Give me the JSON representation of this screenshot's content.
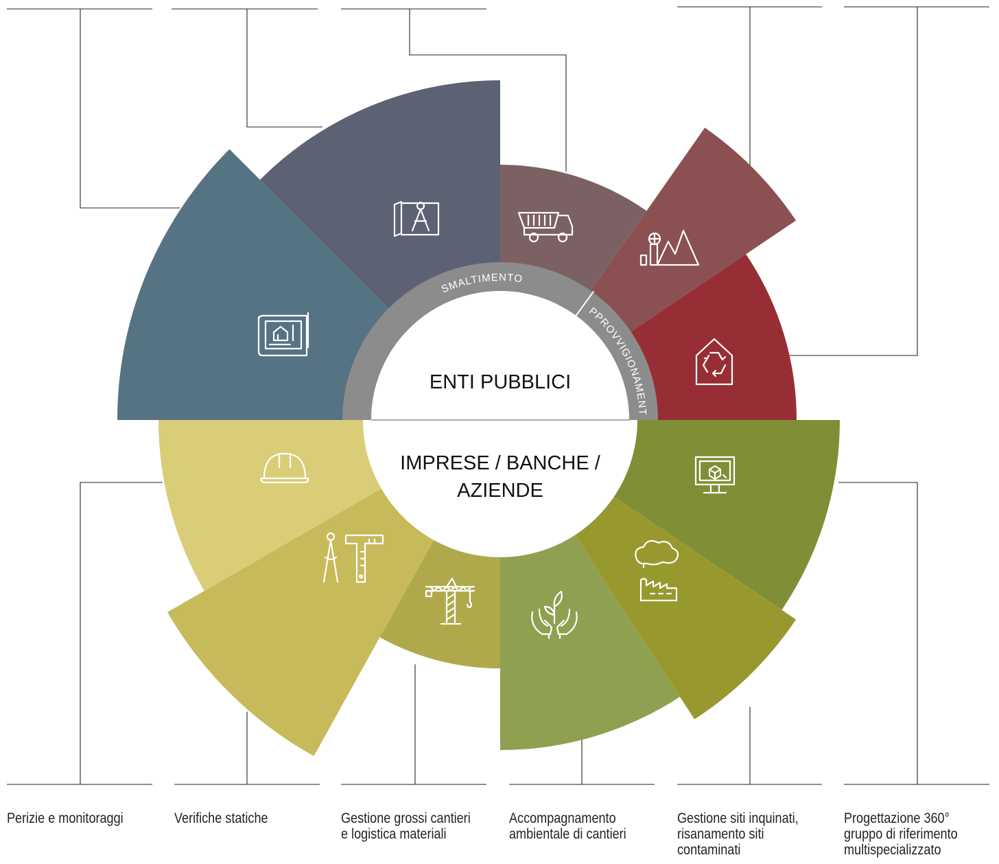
{
  "center": {
    "top": "ENTI PUBBLICI",
    "bottom_line1": "IMPRESE / BANCHE /",
    "bottom_line2": "AZIENDE"
  },
  "ring": {
    "left": "SMALTIMENTO",
    "right": "APPROVVIGIONAMENTO"
  },
  "colors": {
    "ring": "#8c8c8c",
    "upper_left_blue": "#557383",
    "upper_slate": "#5c6173",
    "upper_mauve": "#7b6163",
    "upper_rose": "#8b5052",
    "upper_red": "#982e35",
    "lower_green": "#808f36",
    "lower_olive": "#97992f",
    "lower_sage": "#8fa050",
    "lower_khaki": "#afa94c",
    "lower_yellow": "#c7ba5b",
    "lower_pale": "#d9cd78"
  },
  "sectors": [
    {
      "name": "sector-site-survey",
      "icon": "blueprint-house-icon"
    },
    {
      "name": "sector-design",
      "icon": "compass-blueprint-icon"
    },
    {
      "name": "sector-disposal",
      "icon": "dump-truck-icon"
    },
    {
      "name": "sector-supply",
      "icon": "quarry-mountain-icon"
    },
    {
      "name": "sector-recycling",
      "icon": "recycle-house-icon"
    },
    {
      "name": "sector-digital-design",
      "icon": "monitor-3d-icon"
    },
    {
      "name": "sector-contaminated-sites",
      "icon": "factory-cloud-icon"
    },
    {
      "name": "sector-environment",
      "icon": "hands-plant-icon"
    },
    {
      "name": "sector-large-sites",
      "icon": "tower-crane-icon"
    },
    {
      "name": "sector-static-checks",
      "icon": "compass-square-icon"
    },
    {
      "name": "sector-monitoring",
      "icon": "hard-hat-icon"
    }
  ],
  "labels": [
    {
      "name": "label-perizie",
      "text": "Perizie e monitoraggi"
    },
    {
      "name": "label-verifiche",
      "text": "Verifiche statiche"
    },
    {
      "name": "label-gestione-cantieri",
      "text": "Gestione grossi cantieri e logistica materiali"
    },
    {
      "name": "label-accompagnamento",
      "text": "Accompagnamento ambientale di cantieri"
    },
    {
      "name": "label-siti-inquinati",
      "text": "Gestione siti inquinati, risanamento siti contaminati"
    },
    {
      "name": "label-progettazione",
      "text": "Progettazione 360° gruppo di riferimento multispecializzato"
    }
  ]
}
